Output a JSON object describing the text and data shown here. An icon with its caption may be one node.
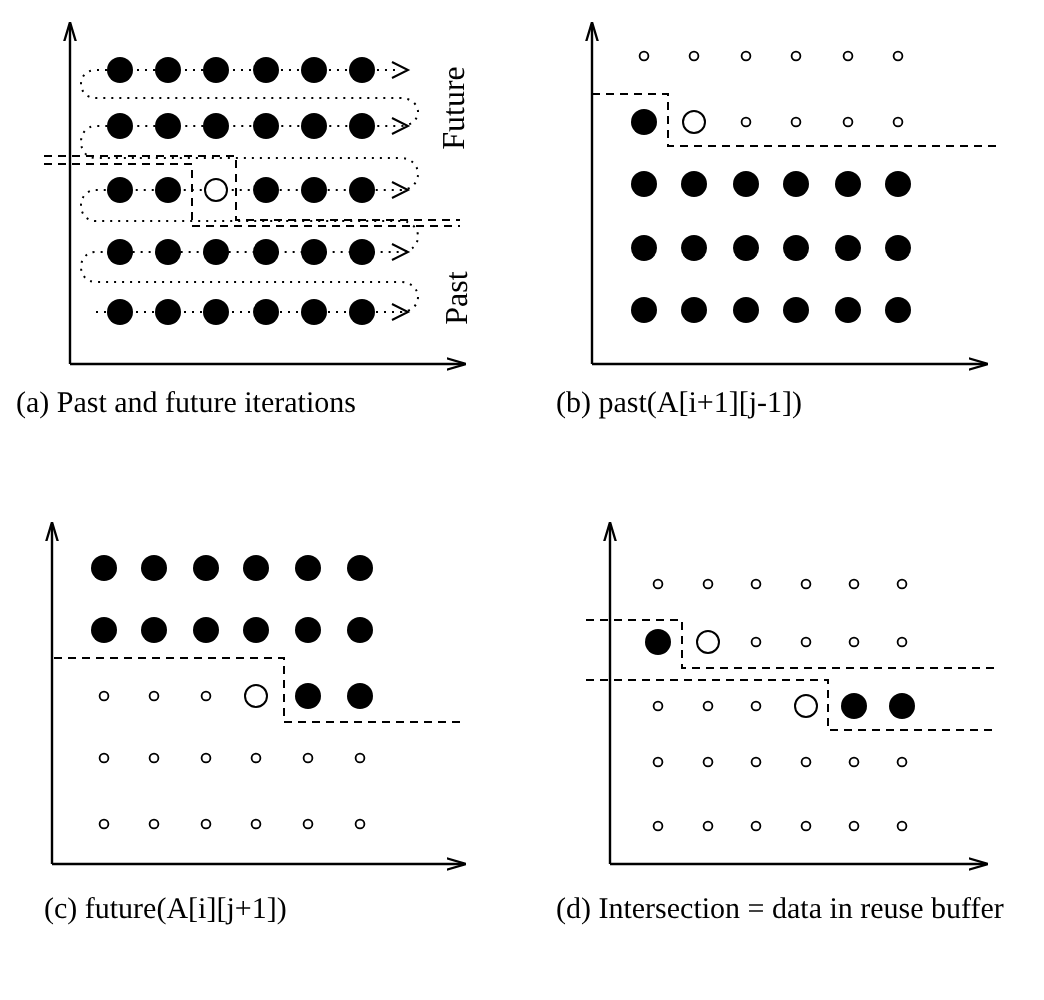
{
  "diagram": {
    "labels": [
      "Future",
      "Past",
      "(a) Past and future iterations",
      "(b) past(A[i+1][j-1])",
      "(c) future(A[i][j+1])",
      "(d) Intersection = data in reuse buffer"
    ]
  }
}
